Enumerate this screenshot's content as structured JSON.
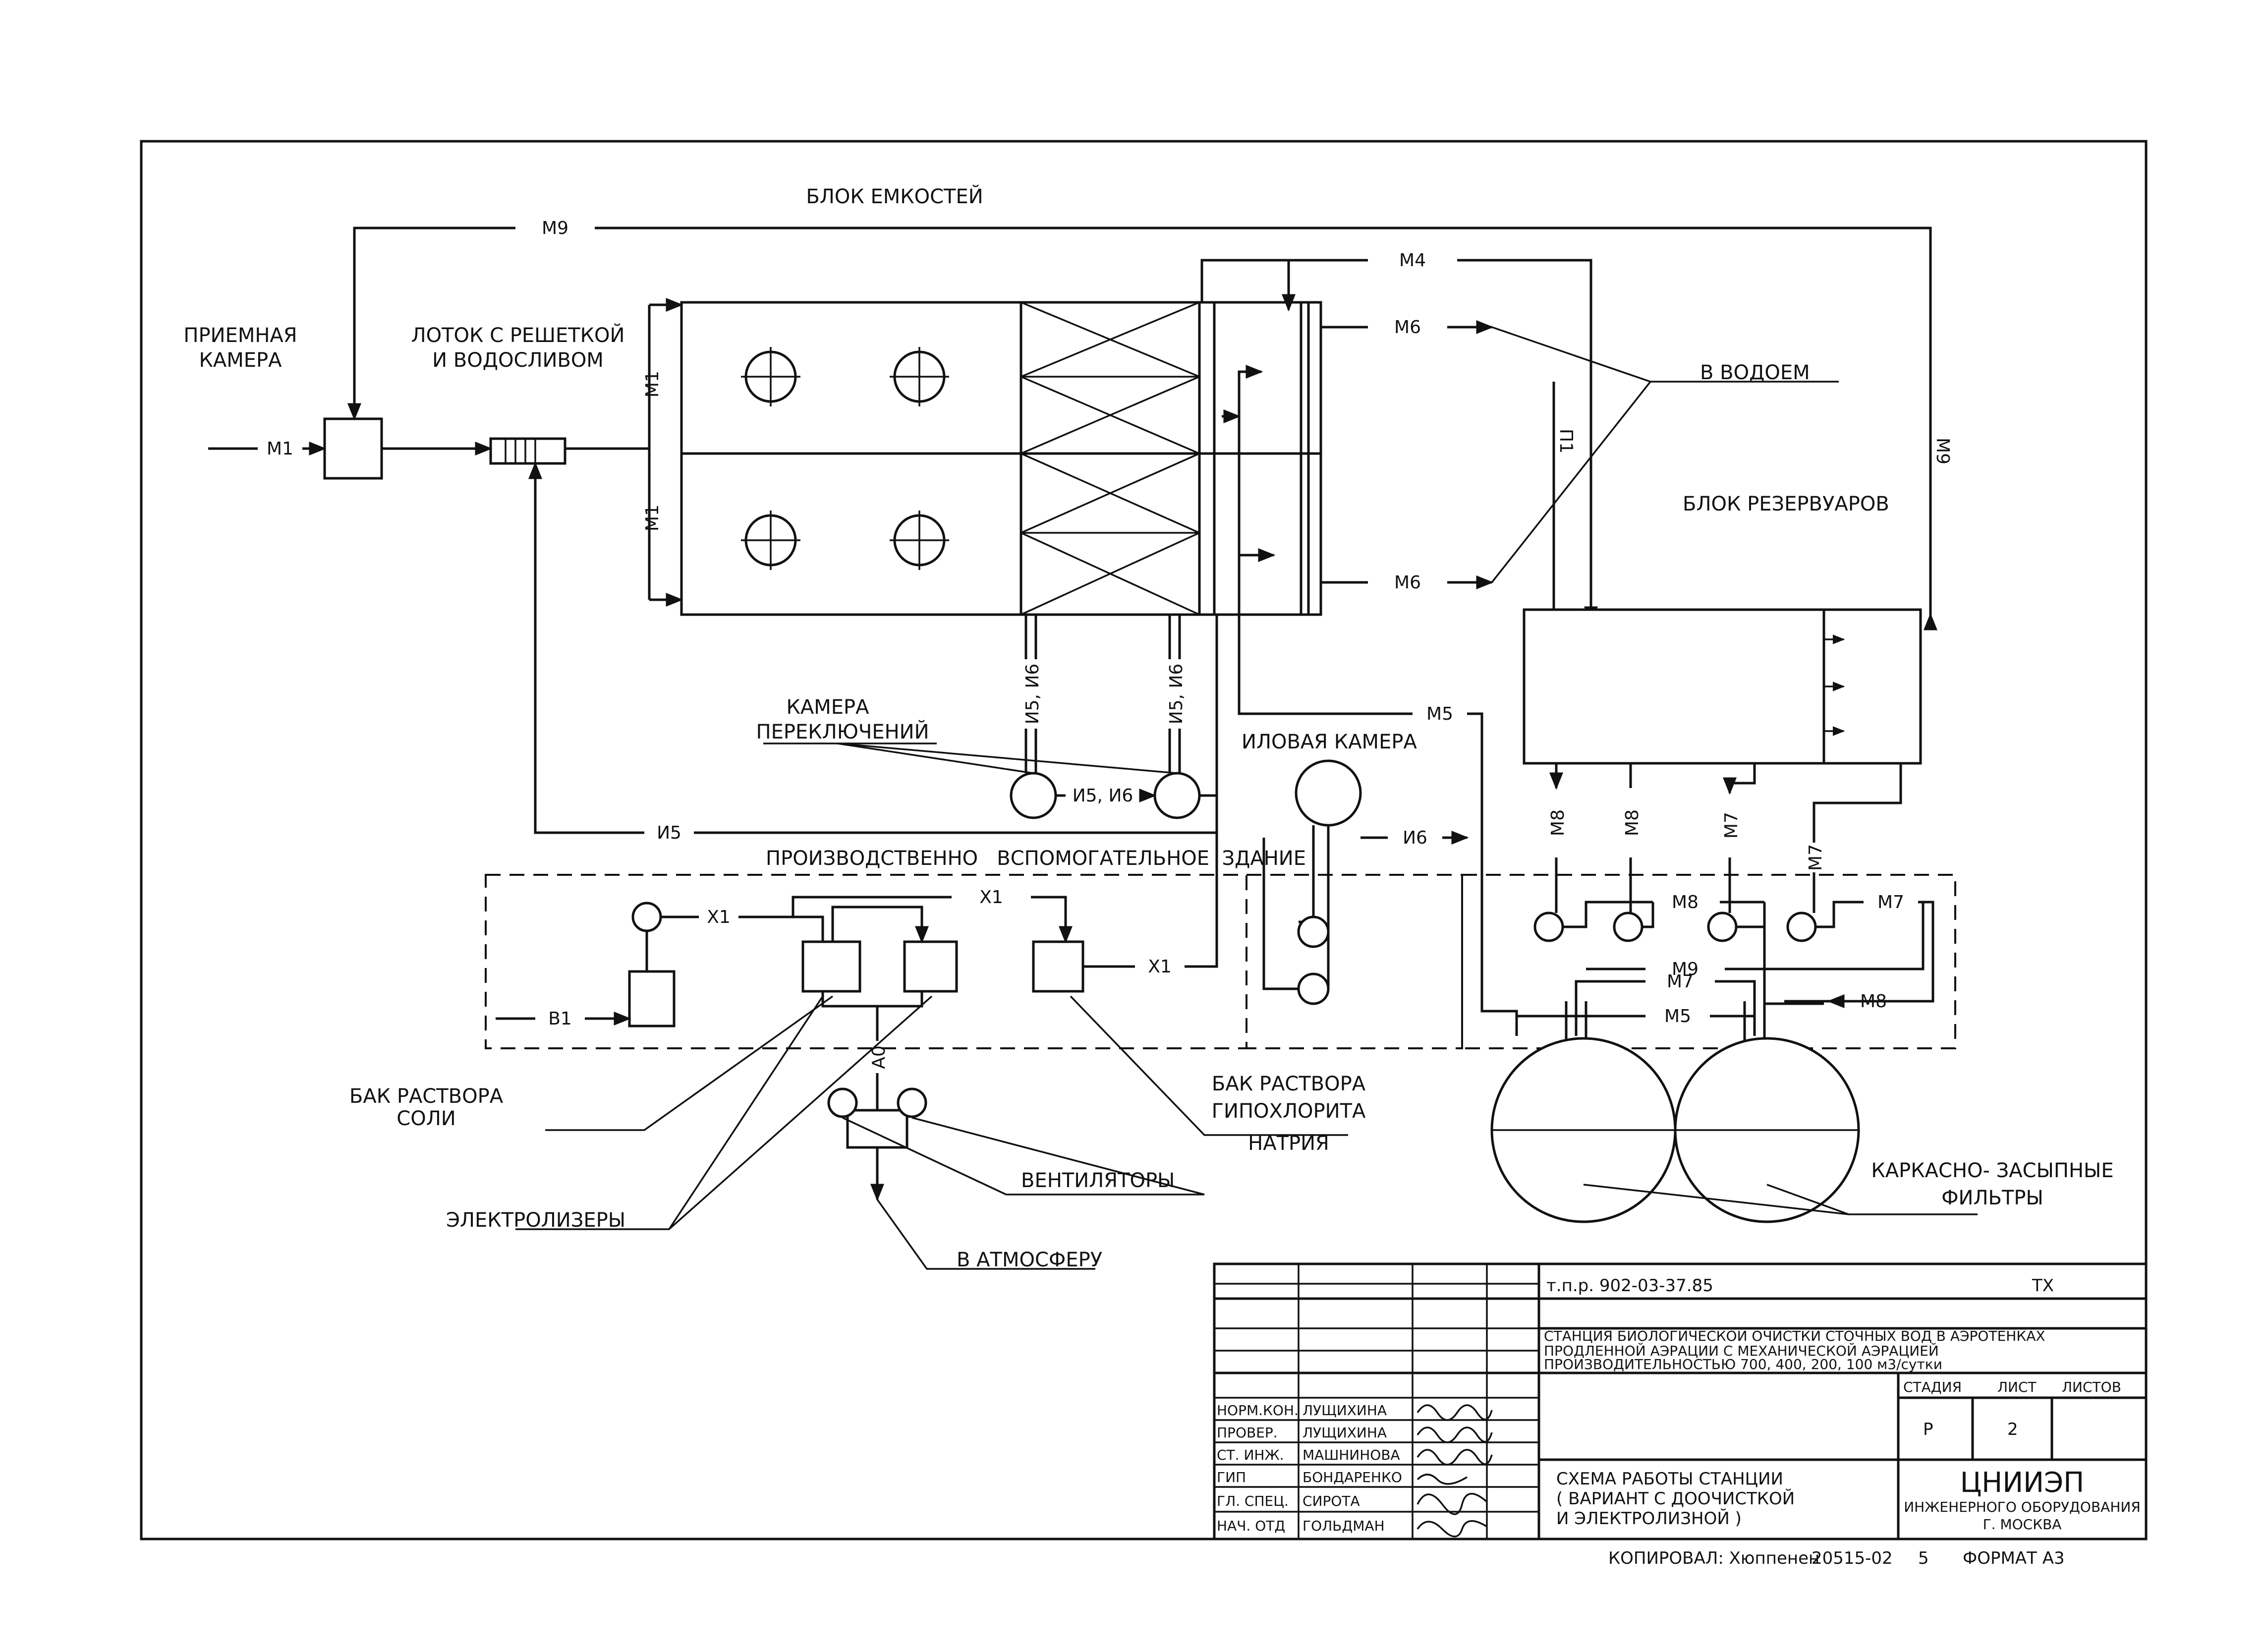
{
  "labels": {
    "block_tanks": "БЛОК ЕМКОСТЕЙ",
    "receiving_chamber": [
      "ПРИЕМНАЯ",
      "КАМЕРА"
    ],
    "tray": [
      "ЛОТОК С РЕШЕТКОЙ",
      "И ВОДОСЛИВОМ"
    ],
    "to_reservoir": "В ВОДОЕМ",
    "block_reservoirs": "БЛОК РЕЗЕРВУАРОВ",
    "switch_chamber": [
      "КАМЕРА",
      "ПЕРЕКЛЮЧЕНИЙ"
    ],
    "sludge_chamber": "ИЛОВАЯ КАМЕРА",
    "aux_building": "ПРОИЗВОДСТВЕННО   ВСПОМОГАТЕЛЬНОЕ  ЗДАНИЕ",
    "salt_tank": [
      "БАК РАСТВОРА",
      "СОЛИ"
    ],
    "hypochlorite_tank": [
      "БАК РАСТВОРА",
      "ГИПОХЛОРИТА",
      "НАТРИЯ"
    ],
    "fans": "ВЕНТИЛЯТОРЫ",
    "electrolyzers": "ЭЛЕКТРОЛИЗЕРЫ",
    "to_atmosphere": "В АТМОСФЕРУ",
    "filters": [
      "КАРКАСНО- ЗАСЫПНЫЕ",
      "ФИЛЬТРЫ"
    ]
  },
  "pipes": {
    "m1": "М1",
    "m4": "М4",
    "m5": "М5",
    "m6": "М6",
    "m7": "М7",
    "m8": "М8",
    "m9": "М9",
    "p1": "П1",
    "u5": "И5",
    "u6": "И6",
    "u5u6": "И5, И6",
    "x1": "Х1",
    "b1": "В1",
    "a0": "А0"
  },
  "title_block": {
    "code": "т.п.р. 902-03-37.85",
    "mark": "ТХ",
    "station_desc": [
      "СТАНЦИЯ БИОЛОГИЧЕСКОЙ ОЧИСТКИ СТОЧНЫХ ВОД В АЭРОТЕНКАХ",
      "ПРОДЛЕННОЙ АЭРАЦИИ С МЕХАНИЧЕСКОЙ АЭРАЦИЕЙ",
      "ПРОИЗВОДИТЕЛЬНОСТЬЮ  700, 400, 200, 100 м3/сутки"
    ],
    "sheet_title": [
      "СХЕМА РАБОТЫ СТАНЦИИ",
      "( ВАРИАНТ С ДООЧИСТКОЙ",
      "И ЭЛЕКТРОЛИЗНОЙ )"
    ],
    "stage_header": "СТАДИЯ",
    "sheet_header": "ЛИСТ",
    "sheets_header": "ЛИСТОВ",
    "stage_value": "Р",
    "sheet_value": "2",
    "org": [
      "ЦНИИЭП",
      "ИНЖЕНЕРНОГО ОБОРУДОВАНИЯ",
      "Г. МОСКВА"
    ],
    "staff": [
      {
        "role": "НОРМ.КОН.",
        "name": "ЛУЩИХИНА"
      },
      {
        "role": "ПРОВЕР.",
        "name": "ЛУЩИХИНА"
      },
      {
        "role": "СТ. ИНЖ.",
        "name": "МАШНИНОВА"
      },
      {
        "role": "ГИП",
        "name": "БОНДАРЕНКО"
      },
      {
        "role": "ГЛ. СПЕЦ.",
        "name": "СИРОТА"
      },
      {
        "role": "НАЧ. ОТД",
        "name": "ГОЛЬДМАН"
      }
    ]
  },
  "footer": {
    "copied": "КОПИРОВАЛ: Хюппенен",
    "number": "20515-02",
    "page": "5",
    "format": "ФОРМАТ А3"
  }
}
